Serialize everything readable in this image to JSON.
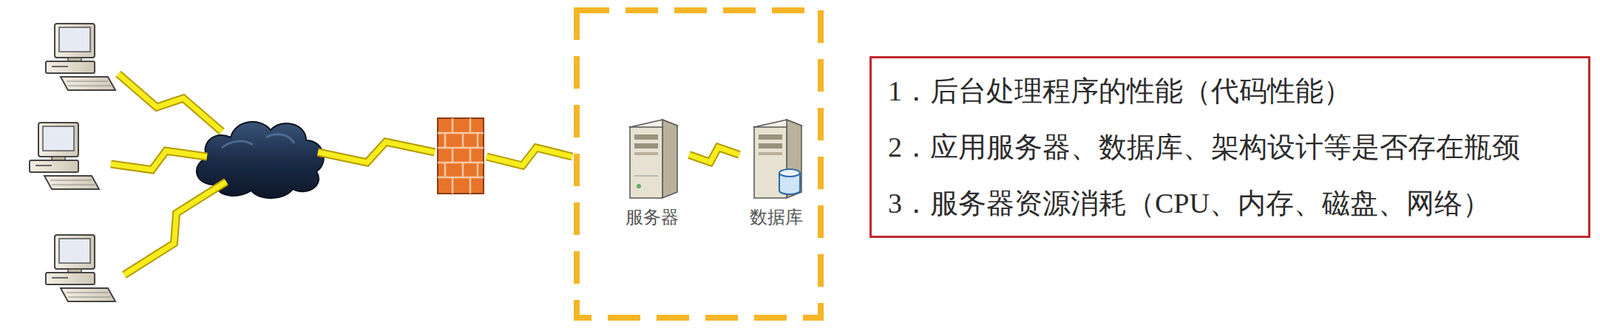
{
  "diagram": {
    "nodes": [
      {
        "text": [
          "服务器"
        ]
      },
      {
        "text": [
          "数据库"
        ]
      },
      {
        "text": [
          "1．后台处理程序的性能（代码性能）",
          "2．应用服务器、数据库、架构设计等是否存在瓶颈",
          "3．服务器资源消耗（CPU、内存、磁盘、网络）"
        ]
      }
    ],
    "edges": [
      {
        "from": 0,
        "to": 1,
        "arrow": "none"
      }
    ]
  }
}
